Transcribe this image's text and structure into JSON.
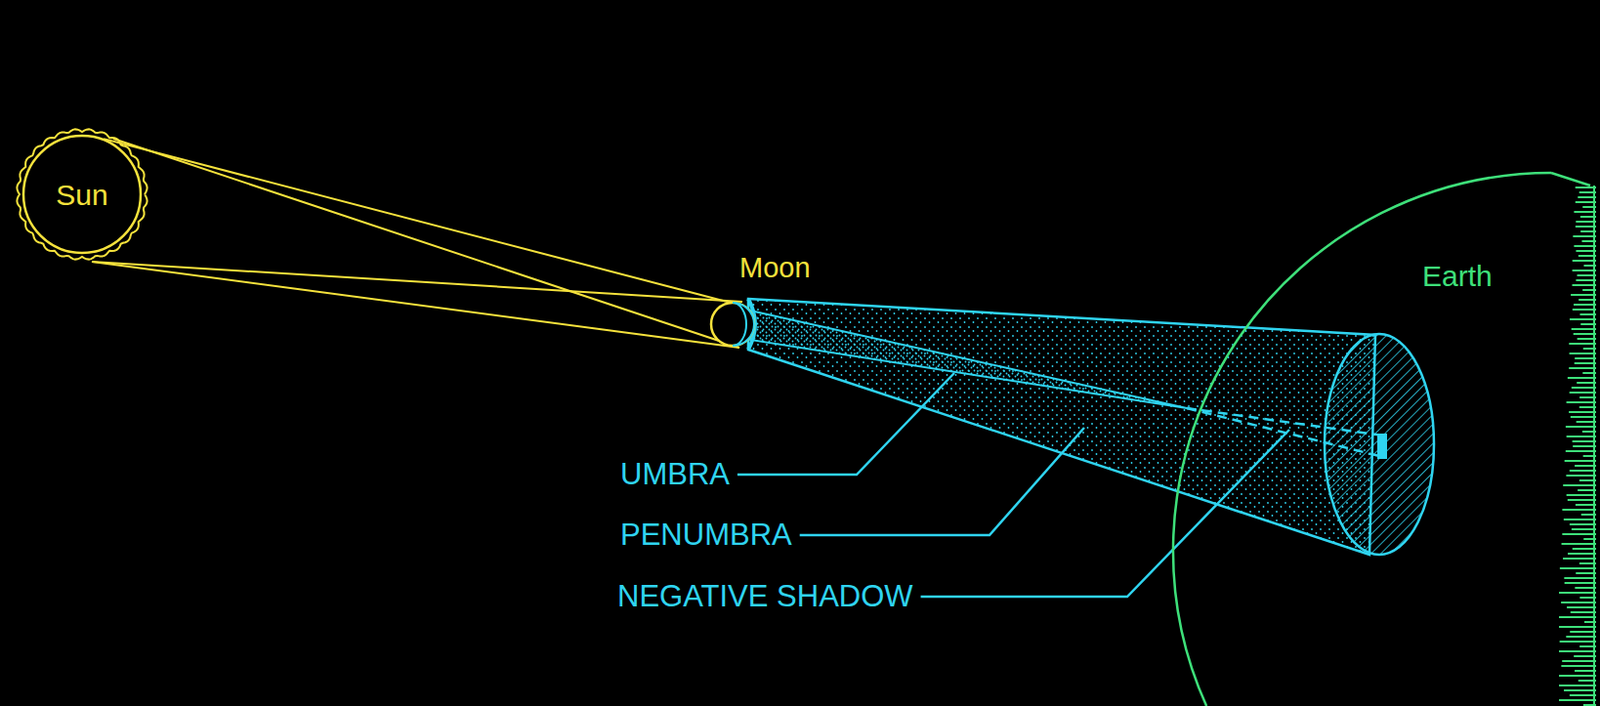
{
  "diagram": {
    "nodes": [
      {
        "text": [
          "Sun"
        ]
      },
      {
        "text": [
          "Moon"
        ]
      },
      {
        "text": [
          "Earth"
        ]
      }
    ],
    "edges": [
      {
        "from": 0,
        "to": 1,
        "arrow": "none"
      }
    ],
    "labels": [
      "UMBRA",
      "PENUMBRA",
      "NEGATIVE SHADOW"
    ]
  }
}
